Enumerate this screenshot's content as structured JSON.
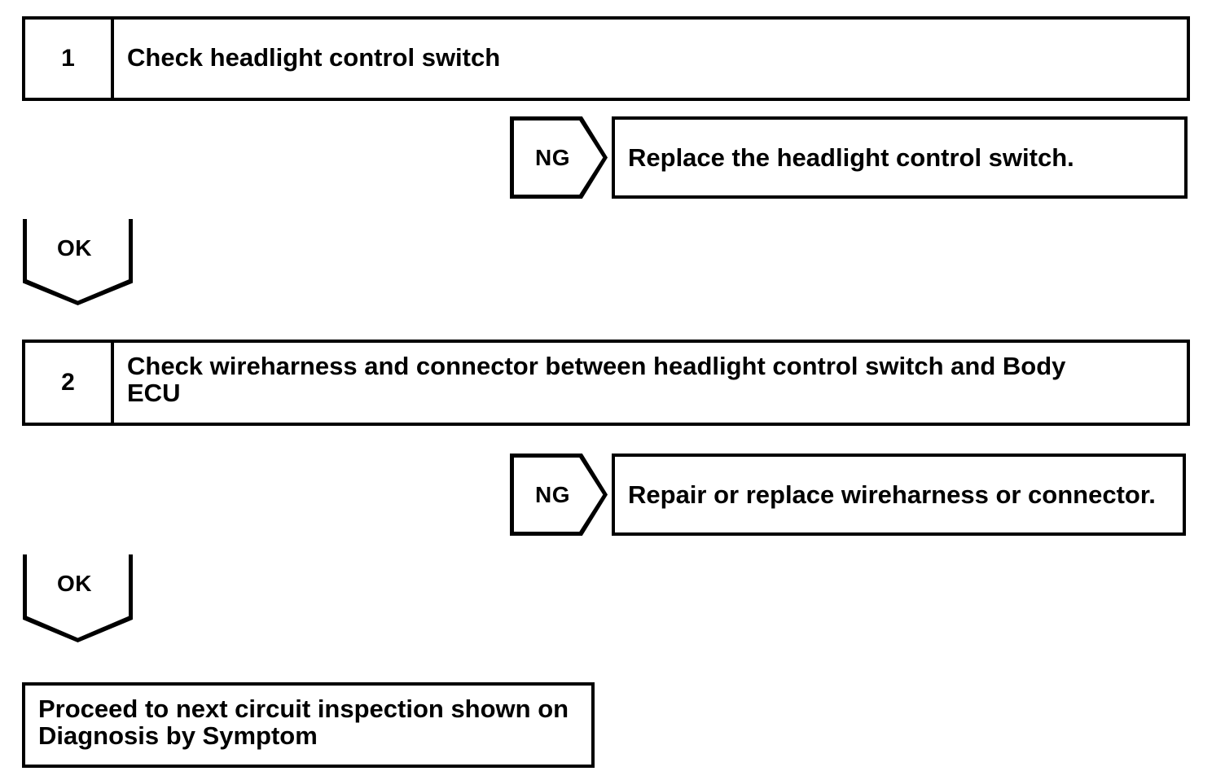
{
  "document": {
    "title": "Headlight Control Switch Circuit Inspection Flowchart",
    "type": "troubleshooting-flowchart",
    "line_color": "#000000",
    "background_color": "#FFFFFF",
    "text_color": "#000000"
  },
  "steps": [
    {
      "number": "1",
      "text": "Check headlight control switch"
    },
    {
      "number": "2",
      "text": "Check wireharness and connector between headlight control switch and Body\nECU"
    }
  ],
  "branches": [
    {
      "tag": "NG",
      "action": "Replace the headlight control switch."
    },
    {
      "tag": "NG",
      "action": "Repair or replace wireharness or connector."
    }
  ],
  "connectors": [
    {
      "tag": "OK"
    },
    {
      "tag": "OK"
    }
  ],
  "final": {
    "text": "Proceed to next circuit inspection shown on\nDiagnosis by Symptom"
  }
}
